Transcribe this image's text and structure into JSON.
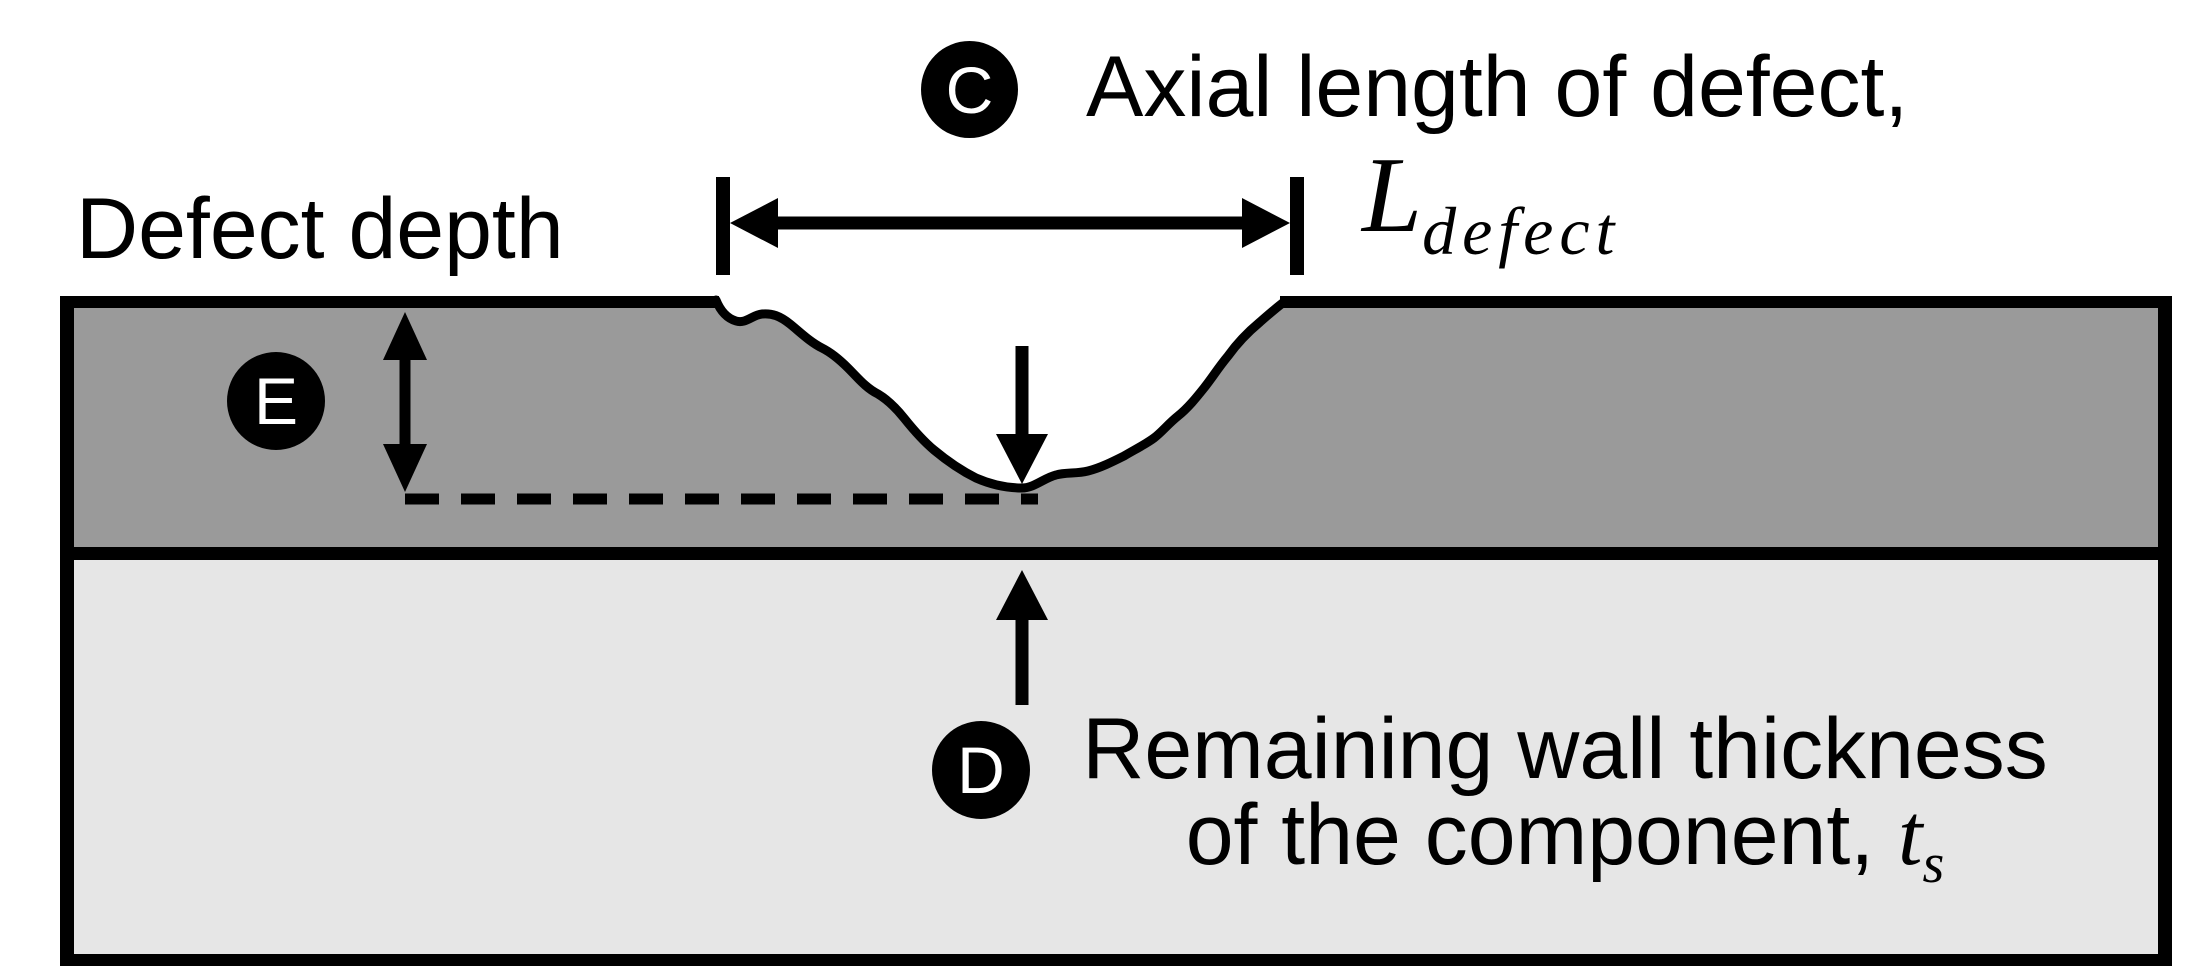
{
  "diagram": {
    "colors": {
      "background": "#ffffff",
      "outline": "#000000",
      "defect_layer_fill": "#9a9a9a",
      "remaining_wall_fill": "#e6e6e6",
      "badge_bg": "#000000",
      "badge_fg": "#ffffff"
    },
    "badges": {
      "c": "C",
      "e": "E",
      "d": "D"
    },
    "labels": {
      "defect_depth": "Defect depth",
      "axial_length": "Axial length of defect,",
      "axial_symbol_main": "L",
      "axial_symbol_sub": "defect",
      "remaining_line1": "Remaining wall thickness",
      "remaining_line2_prefix": "of the component, ",
      "remaining_symbol_main": "t",
      "remaining_symbol_sub": "s"
    }
  }
}
